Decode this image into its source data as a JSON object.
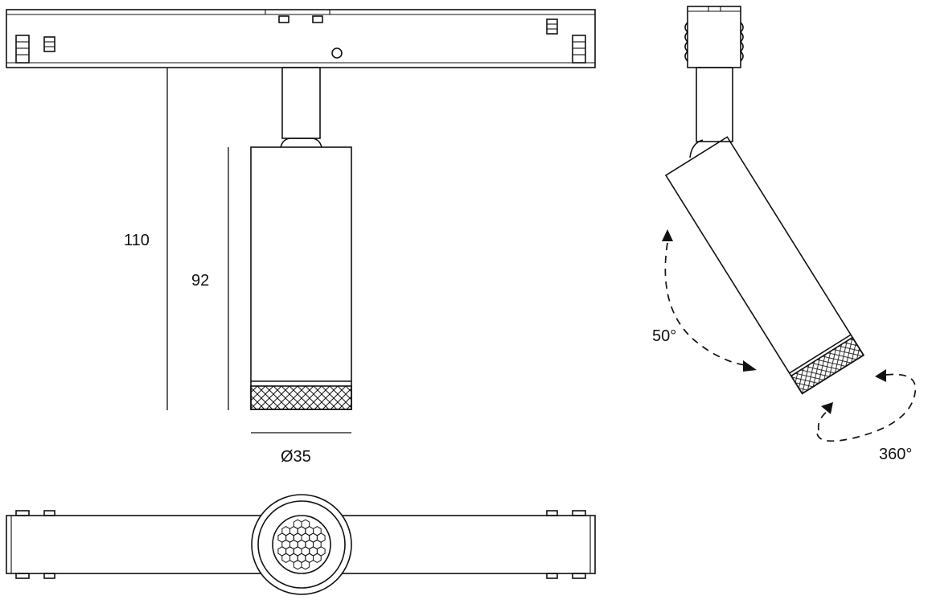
{
  "dimensions": {
    "mount_height": "110",
    "body_height": "92",
    "diameter": "Ø35"
  },
  "angles": {
    "tilt": "50°",
    "rotation": "360°"
  }
}
